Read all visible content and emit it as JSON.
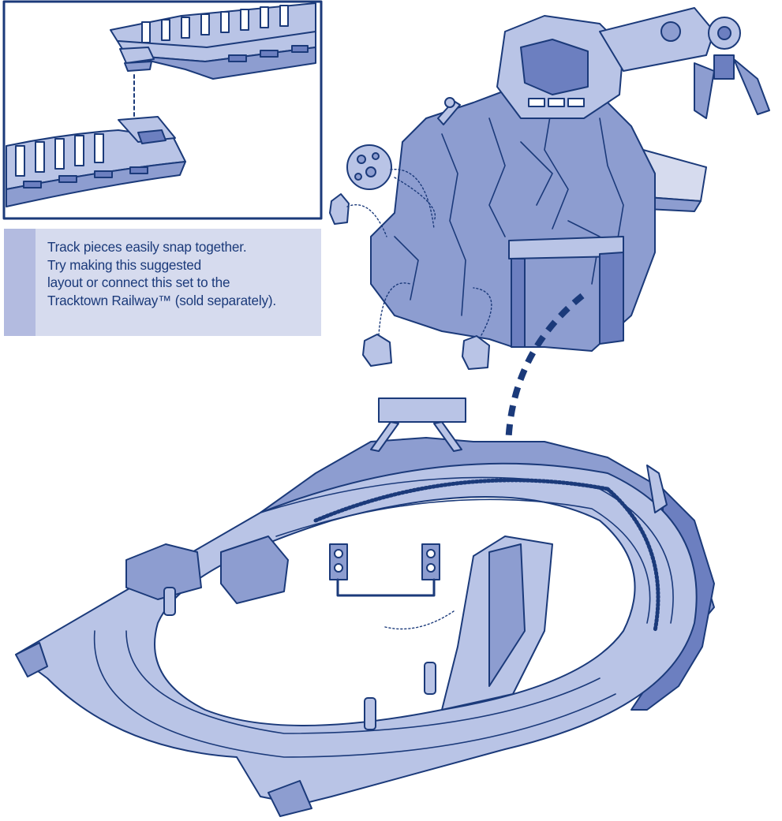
{
  "instruction": {
    "lines": [
      "Track pieces easily snap together.",
      "Try making this suggested",
      "layout or connect this set to the",
      "Tracktown Railway™ (sold separately)."
    ]
  },
  "colors": {
    "line": "#1b3a7a",
    "fill_light": "#b9c4e6",
    "fill_mid": "#8d9dd0",
    "fill_dark": "#6c7fc0",
    "note_bg": "#d6dbee",
    "note_bar": "#b3bbe0"
  }
}
